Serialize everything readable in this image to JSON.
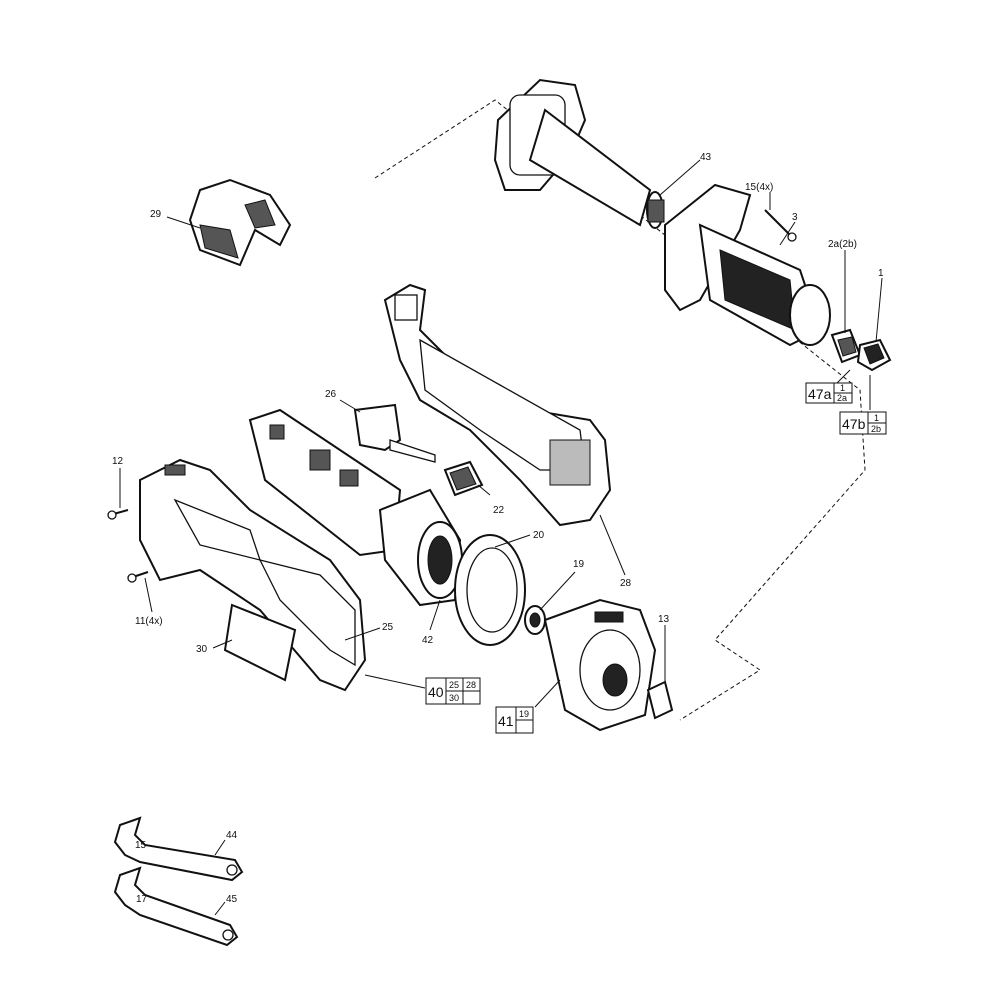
{
  "callouts": {
    "c1": "1",
    "c2ab": "2a(2b)",
    "c3": "3",
    "c11": "11(4x)",
    "c12": "12",
    "c13": "13",
    "c15_4x": "15(4x)",
    "c15": "15",
    "c17": "17",
    "c19": "19",
    "c20": "20",
    "c22": "22",
    "c25": "25",
    "c26": "26",
    "c28": "28",
    "c29": "29",
    "c30": "30",
    "c42": "42",
    "c43": "43",
    "c44": "44",
    "c45": "45"
  },
  "kits": {
    "k47a": {
      "main": "47a",
      "top": "1",
      "bottom": "2a"
    },
    "k47b": {
      "main": "47b",
      "top": "1",
      "bottom": "2b"
    },
    "k40": {
      "main": "40",
      "cells": [
        "25",
        "28",
        "30",
        ""
      ]
    },
    "k41": {
      "main": "41",
      "cells": [
        "19",
        ""
      ]
    }
  }
}
